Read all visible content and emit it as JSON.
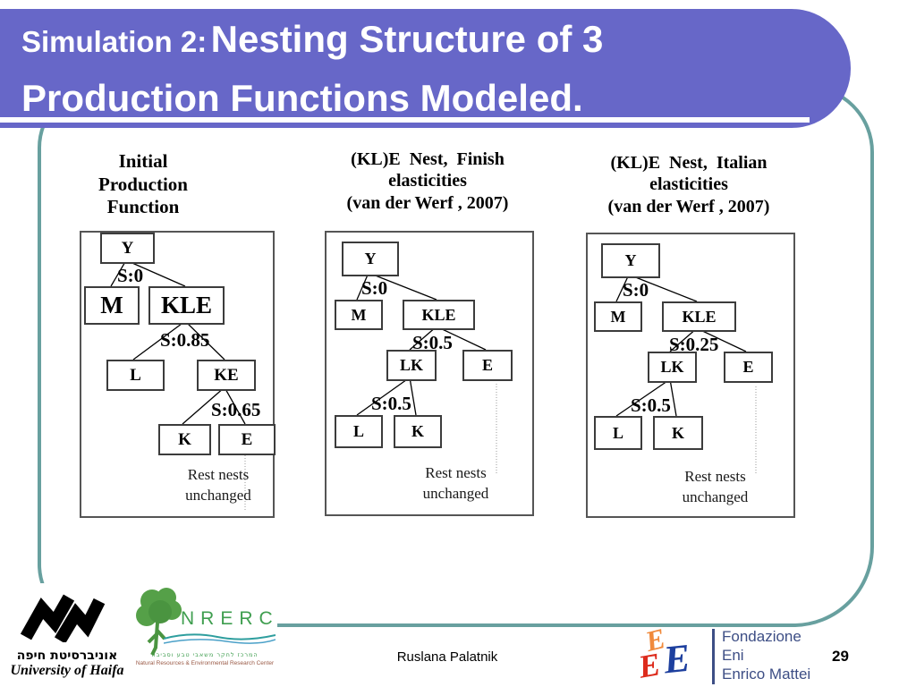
{
  "title": {
    "prefix": "Simulation 2:",
    "main_line1": "Nesting Structure of 3",
    "main_line2": "Production Functions Modeled."
  },
  "colors": {
    "banner_purple": "#6767c8",
    "frame_teal": "#68a09f",
    "feem_blue": "#3d4e85",
    "nrerc_green": "#3f9e4f"
  },
  "panels": [
    {
      "heading": "Initial\nProduction\nFunction",
      "nodes": {
        "y": "Y",
        "s_top": "S:0",
        "m": "M",
        "kle": "KLE",
        "s_mid": "S:0.85",
        "child_left": "L",
        "child_right": "KE",
        "s_bot": "S:0.65",
        "leaf_left": "K",
        "leaf_right": "E"
      },
      "note": "Rest nests\nunchanged"
    },
    {
      "heading": "(KL)E  Nest,  Finish\nelasticities\n(van der Werf , 2007)",
      "nodes": {
        "y": "Y",
        "s_top": "S:0",
        "m": "M",
        "kle": "KLE",
        "s_mid": "S:0.5",
        "child_left": "LK",
        "child_right": "E",
        "s_bot": "S:0.5",
        "leaf_left": "L",
        "leaf_right": "K"
      },
      "note": "Rest nests\nunchanged"
    },
    {
      "heading": "(KL)E  Nest,  Italian\nelasticities\n(van der Werf , 2007)",
      "nodes": {
        "y": "Y",
        "s_top": "S:0",
        "m": "M",
        "kle": "KLE",
        "s_mid": "S:0.25",
        "child_left": "LK",
        "child_right": "E",
        "s_bot": "S:0.5",
        "leaf_left": "L",
        "leaf_right": "K"
      },
      "note": "Rest nests\nunchanged"
    }
  ],
  "footer": {
    "author": "Ruslana Palatnik",
    "page_number": "29"
  },
  "logos": {
    "haifa": {
      "hebrew": "אוניברסיטת חיפה",
      "english": "University of Haifa"
    },
    "nrerc": {
      "acronym": "NRERC",
      "hebrew": "המרכז לחקר משאבי טבע וסביבה",
      "english": "Natural Resources & Environmental Research Center"
    },
    "feem": {
      "line1": "Fondazione",
      "line2": "Eni",
      "line3": "Enrico Mattei"
    }
  }
}
